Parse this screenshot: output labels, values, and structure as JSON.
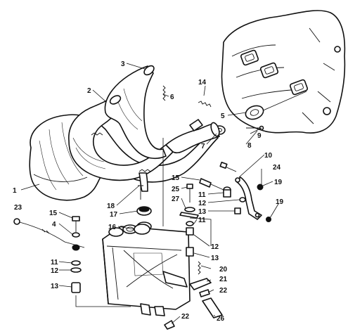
{
  "callouts": [
    {
      "id": "c1",
      "text": "1"
    },
    {
      "id": "c2",
      "text": "2"
    },
    {
      "id": "c3",
      "text": "3"
    },
    {
      "id": "c4",
      "text": "4"
    },
    {
      "id": "c5",
      "text": "5"
    },
    {
      "id": "c6",
      "text": "6"
    },
    {
      "id": "c7",
      "text": "7"
    },
    {
      "id": "c8",
      "text": "8"
    },
    {
      "id": "c9",
      "text": "9"
    },
    {
      "id": "c10",
      "text": "10"
    },
    {
      "id": "c11a",
      "text": "11"
    },
    {
      "id": "c11b",
      "text": "11"
    },
    {
      "id": "c11c",
      "text": "11"
    },
    {
      "id": "c12a",
      "text": "12"
    },
    {
      "id": "c12b",
      "text": "12"
    },
    {
      "id": "c12c",
      "text": "12"
    },
    {
      "id": "c13a",
      "text": "13"
    },
    {
      "id": "c13b",
      "text": "13"
    },
    {
      "id": "c13c",
      "text": "13"
    },
    {
      "id": "c14",
      "text": "14"
    },
    {
      "id": "c15a",
      "text": "15"
    },
    {
      "id": "c15b",
      "text": "15"
    },
    {
      "id": "c16",
      "text": "16"
    },
    {
      "id": "c17",
      "text": "17"
    },
    {
      "id": "c18",
      "text": "18"
    },
    {
      "id": "c19a",
      "text": "19"
    },
    {
      "id": "c19b",
      "text": "19"
    },
    {
      "id": "c20",
      "text": "20"
    },
    {
      "id": "c21",
      "text": "21"
    },
    {
      "id": "c22a",
      "text": "22"
    },
    {
      "id": "c22b",
      "text": "22"
    },
    {
      "id": "c23",
      "text": "23"
    },
    {
      "id": "c24",
      "text": "24"
    },
    {
      "id": "c25",
      "text": "25"
    },
    {
      "id": "c26",
      "text": "26"
    },
    {
      "id": "c27",
      "text": "27"
    }
  ]
}
